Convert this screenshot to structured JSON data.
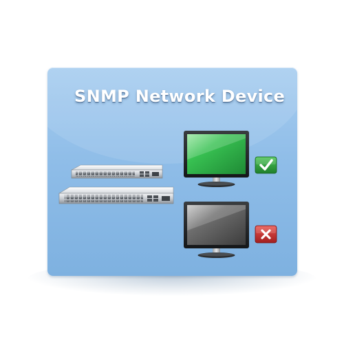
{
  "card": {
    "title": "SNMP Network Device"
  },
  "devices": {
    "switches": [
      {
        "name": "network-switch-top",
        "ports": 24
      },
      {
        "name": "network-switch-bottom",
        "ports": 24
      }
    ],
    "monitors": [
      {
        "name": "online-monitor",
        "status": "online",
        "status_icon": "check-icon"
      },
      {
        "name": "offline-monitor",
        "status": "offline",
        "status_icon": "x-icon"
      }
    ]
  },
  "colors": {
    "card_top": "#a7cdf0",
    "card_bottom": "#7eb1e0",
    "screen_online": "#2fb34a",
    "screen_offline": "#5a5a5a",
    "badge_ok": "#2e9a3a",
    "badge_error": "#c8302f"
  }
}
